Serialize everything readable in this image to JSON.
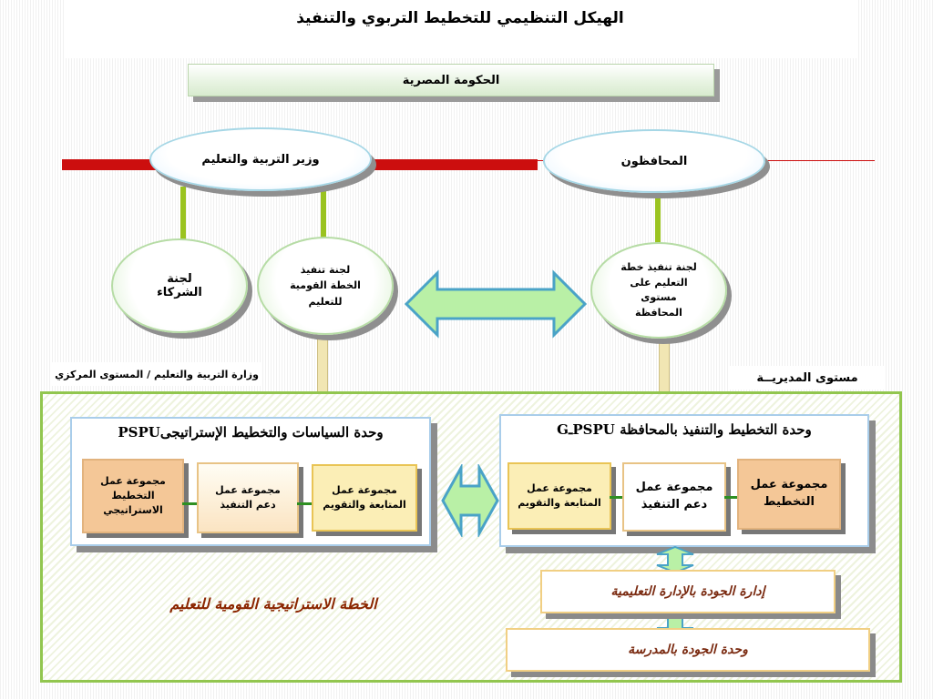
{
  "title": "الهيكل التنظيمي للتخطيط التربوي والتنفيذ",
  "top": {
    "government": "الحكومة المصرية",
    "minister": "وزير التربية والتعليم",
    "governors": "المحافظون"
  },
  "committees": {
    "partners": [
      "لجنة",
      "الشركاء"
    ],
    "national_plan": [
      "لجنة تنفيذ",
      "الخطة القومية",
      "للتعليم"
    ],
    "governorate_plan": [
      "لجنة تنفيذ خطة",
      "التعليم على",
      "مستوى",
      "المحافظة"
    ]
  },
  "levels": {
    "central": "وزارة التربية والتعليم / المستوى المركزي",
    "directorate": "مستوى المديريــة"
  },
  "central_unit": {
    "title": "PSPUوحدة السياسات والتخطيط الإستراتيجى",
    "groups": {
      "strategic_planning": [
        "مجموعة عمل",
        "التخطيط",
        "الاستراتيجي"
      ],
      "implementation_support": [
        "مجموعة عمل",
        "دعم التنفيذ"
      ],
      "monitoring_evaluation": [
        "مجموعة عمل",
        "المتابعة والتقويم"
      ]
    }
  },
  "governorate_unit": {
    "title": "GـPSPU وحدة التخطيط والتنفيذ بالمحافظة",
    "groups": {
      "planning": [
        "مجموعة عمل",
        "التخطيط"
      ],
      "implementation_support": [
        "مجموعة عمل",
        "دعم التنفيذ"
      ],
      "monitoring_evaluation": [
        "مجموعة عمل",
        "المتابعة والتقويم"
      ]
    }
  },
  "quality": {
    "educational_admin": "إدارة الجودة بالإدارة التعليمية",
    "school": "وحدة الجودة  بالمدرسة"
  },
  "plan_name": "الخطة الاستراتيجية القومية للتعليم",
  "colors": {
    "red_bar": "#cc0e0e",
    "frame_green": "#92c64f",
    "panel_border": "#a9cdea",
    "plan_text": "#8b2500",
    "arrow_fill": "#b9f0a6",
    "arrow_stroke": "#4aa3c7"
  }
}
